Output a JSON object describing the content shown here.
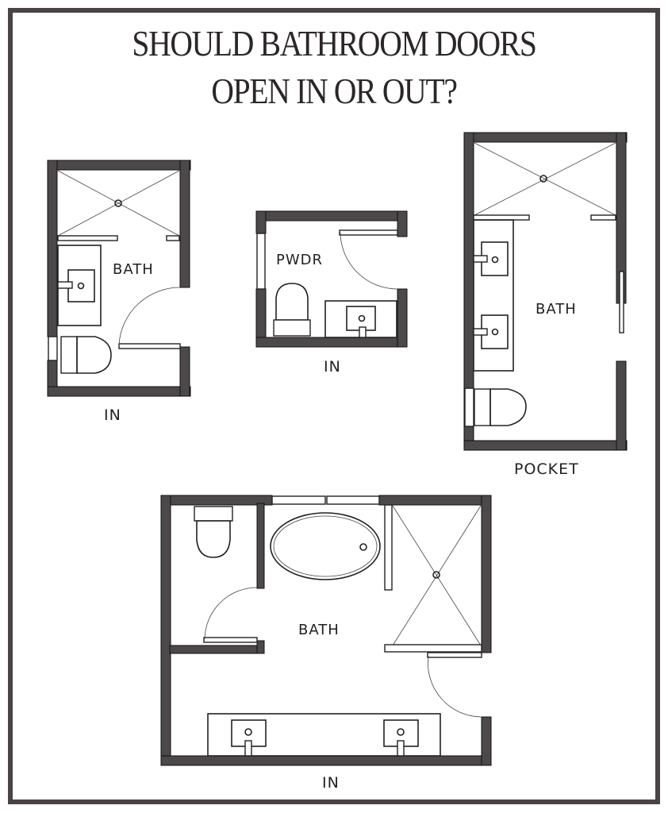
{
  "title": {
    "line1": "SHOULD BATHROOM DOORS",
    "line2": "OPEN IN OR OUT?"
  },
  "colors": {
    "frame": "#4a4244",
    "wall": "#4d4849",
    "line": "#222222",
    "background": "#ffffff"
  },
  "plans": [
    {
      "id": "small-bath",
      "room_label": "BATH",
      "caption": "IN",
      "fixtures": [
        "shower",
        "sink",
        "toilet",
        "swing-door"
      ]
    },
    {
      "id": "powder-room",
      "room_label": "PWDR",
      "caption": "IN",
      "fixtures": [
        "toilet",
        "sink",
        "swing-door"
      ]
    },
    {
      "id": "long-bath",
      "room_label": "BATH",
      "caption": "POCKET",
      "fixtures": [
        "shower",
        "double-sink",
        "toilet",
        "pocket-door"
      ]
    },
    {
      "id": "master-bath",
      "room_label": "BATH",
      "caption": "IN",
      "fixtures": [
        "toilet-room",
        "oval-tub",
        "shower",
        "double-vanity",
        "swing-door",
        "window"
      ]
    }
  ]
}
